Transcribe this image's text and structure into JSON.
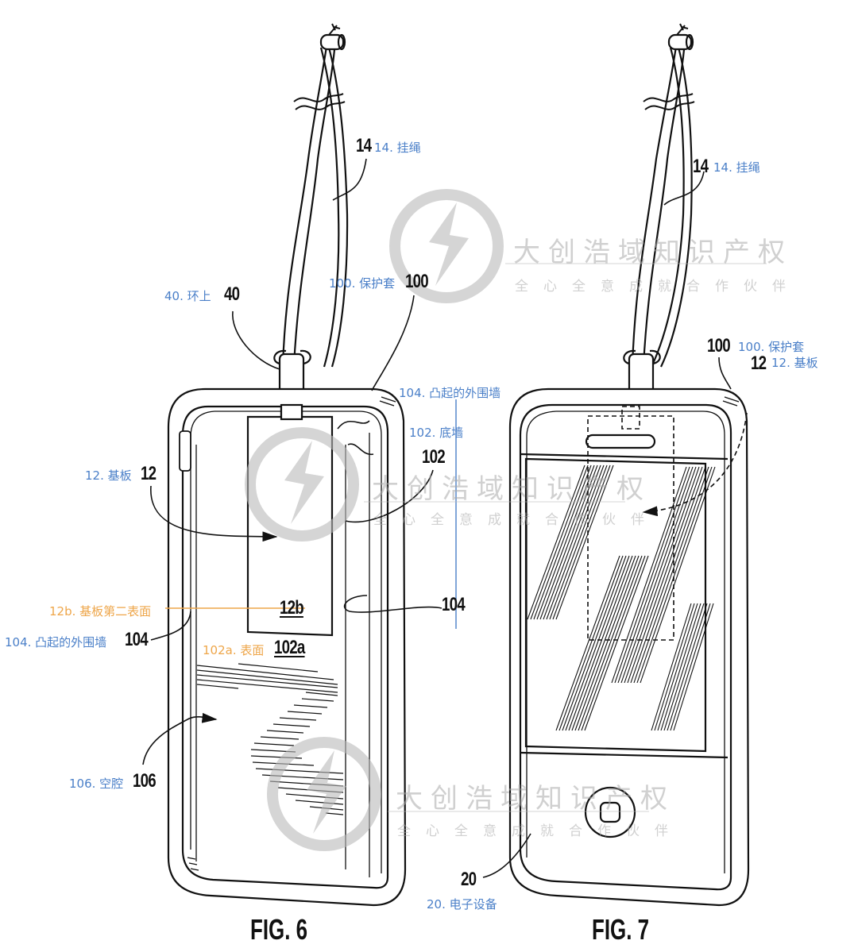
{
  "figures": [
    {
      "id": "fig6",
      "caption": "FIG. 6",
      "labels": [
        {
          "ref": "14",
          "text": "14. 挂绳"
        },
        {
          "ref": "40",
          "text": "40. 环上"
        },
        {
          "ref": "100",
          "text": "100. 保护套"
        },
        {
          "ref": "104",
          "text": "104. 凸起的外围墙"
        },
        {
          "ref": "102",
          "text": "102. 底墙"
        },
        {
          "ref": "12",
          "text": "12. 基板"
        },
        {
          "ref": "12b",
          "text": "12b. 基板第二表面"
        },
        {
          "ref": "104",
          "text": "104. 凸起的外围墙"
        },
        {
          "ref": "102a",
          "text": "102a. 表面"
        },
        {
          "ref": "106",
          "text": "106. 空腔"
        }
      ],
      "extra_refs": [
        "104"
      ]
    },
    {
      "id": "fig7",
      "caption": "FIG. 7",
      "labels": [
        {
          "ref": "14",
          "text": "14. 挂绳"
        },
        {
          "ref": "100",
          "text": "100. 保护套"
        },
        {
          "ref": "12",
          "text": "12. 基板"
        },
        {
          "ref": "20",
          "text": "20. 电子设备"
        }
      ]
    }
  ],
  "watermark": {
    "title": "大创浩域知识产权",
    "slogan": "全心全意成就合作伙伴"
  },
  "colors": {
    "label_blue": "#4a7fc8",
    "label_orange": "#eea64a",
    "watermark_gray": "#bbbbbb",
    "line_black": "#111111"
  }
}
